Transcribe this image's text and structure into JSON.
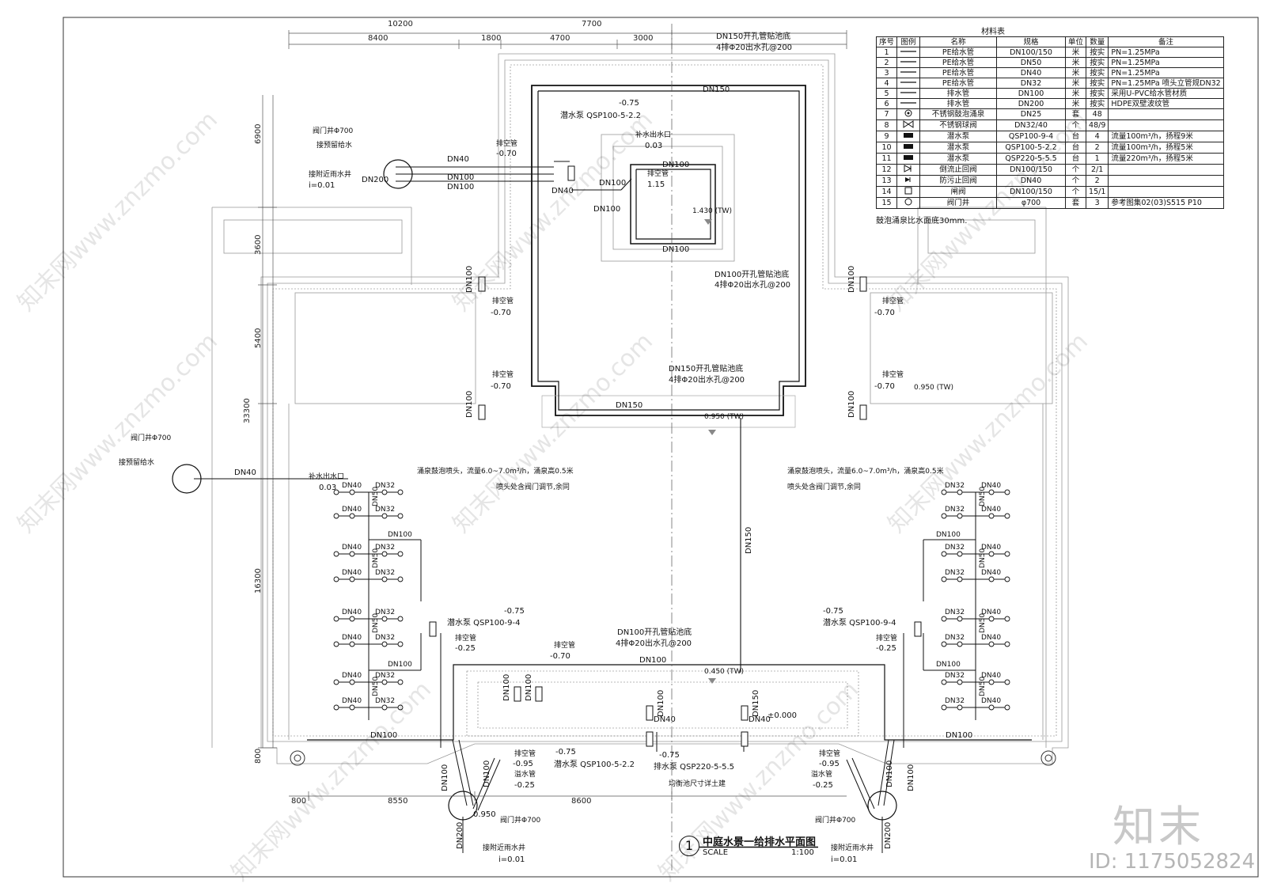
{
  "dimensions": {
    "top": [
      "10200",
      "7700",
      "8400",
      "1800",
      "4700",
      "3000"
    ],
    "left": [
      "6900",
      "3600",
      "5400",
      "33300",
      "16300",
      "800"
    ],
    "bottom": [
      "800",
      "8550",
      "8600"
    ]
  },
  "material_table": {
    "title": "材料表",
    "headers": [
      "序号",
      "图例",
      "名称",
      "规格",
      "单位",
      "数量",
      "备注"
    ],
    "rows": [
      [
        "1",
        "line",
        "PE给水管",
        "DN100/150",
        "米",
        "按实",
        "PN=1.25MPa"
      ],
      [
        "2",
        "line",
        "PE给水管",
        "DN50",
        "米",
        "按实",
        "PN=1.25MPa"
      ],
      [
        "3",
        "line",
        "PE给水管",
        "DN40",
        "米",
        "按实",
        "PN=1.25MPa"
      ],
      [
        "4",
        "line",
        "PE给水管",
        "DN32",
        "米",
        "按实",
        "PN=1.25MPa 喷头立管规DN32"
      ],
      [
        "5",
        "line",
        "排水管",
        "DN100",
        "米",
        "按实",
        "采用U-PVC给水管材质"
      ],
      [
        "6",
        "line",
        "排水管",
        "DN200",
        "米",
        "按实",
        "HDPE双壁波纹管"
      ],
      [
        "7",
        "nozzle",
        "不锈钢鼓泡涌泉",
        "DN25",
        "套",
        "48",
        ""
      ],
      [
        "8",
        "valve",
        "不锈钢球阀",
        "DN32/40",
        "个",
        "48/9",
        ""
      ],
      [
        "9",
        "pump",
        "潜水泵",
        "QSP100-9-4",
        "台",
        "4",
        "流量100m³/h，扬程9米"
      ],
      [
        "10",
        "pump",
        "潜水泵",
        "QSP100-5-2.2",
        "台",
        "2",
        "流量100m³/h，扬程5米"
      ],
      [
        "11",
        "pump",
        "潜水泵",
        "QSP220-5-5.5",
        "台",
        "1",
        "流量220m³/h，扬程5米"
      ],
      [
        "12",
        "check",
        "倒流止回阀",
        "DN100/150",
        "个",
        "2/1",
        ""
      ],
      [
        "13",
        "check2",
        "防污止回阀",
        "DN40",
        "个",
        "2",
        ""
      ],
      [
        "14",
        "gate",
        "闸阀",
        "DN100/150",
        "个",
        "15/1",
        ""
      ],
      [
        "15",
        "well",
        "阀门井",
        "φ700",
        "套",
        "3",
        "参考图集02(03)S515 P10"
      ]
    ],
    "note": "鼓泡涌泉比水面底30mm."
  },
  "labels": {
    "dn150_top_title": "DN150开孔管贴池底",
    "dn150_top_sub": "4排Φ20出水孔@200",
    "dn150_top": "DN150",
    "valve_well_1": "阀门井Φ700",
    "supply_connect_1": "接预留给水",
    "rain_connect_1": "接附近雨水井",
    "slope_1": "i=0.01",
    "dn200_1": "DN200",
    "dn40_a": "DN40",
    "dn100_a": "DN100",
    "dn100_b": "DN100",
    "vent_1": "排空管",
    "vent_1_val": "-0.70",
    "pump_top_level": "-0.75",
    "pump_top": "潜水泵 QSP100-5-2.2",
    "make_up_1": "补水出水口",
    "make_up_1_val": "0.03",
    "dn40_b": "DN40",
    "dn100_c": "DN100",
    "dn100_d": "DN100",
    "drain_1": "排空管",
    "drain_1_val": "1.15",
    "inner_dn100_top": "DN100",
    "inner_dn100_bot": "DN100",
    "tw_1": "1.430 (TW)",
    "dn100_title_2": "DN100开孔管贴池底",
    "dn100_sub_2": "4排Φ20出水孔@200",
    "vent_l1": "排空管",
    "vent_l1_val": "-0.70",
    "vent_r1": "排空管",
    "vent_r1_val": "-0.70",
    "dn100_l1": "DN100",
    "dn100_r1": "DN100",
    "dn150_mid_title": "DN150开孔管贴池底",
    "dn150_mid_sub": "4排Φ20出水孔@200",
    "dn150_mid": "DN150",
    "tw_2": "0.950 (TW)",
    "tw_3": "0.950 (TW)",
    "vent_l2": "排空管",
    "vent_l2_val": "-0.70",
    "vent_r2": "排空管",
    "vent_r2_val": "-0.70",
    "dn100_l2": "DN100",
    "dn100_r2": "DN100",
    "valve_well_2": "阀门井Φ700",
    "supply_connect_2": "接预留给水",
    "dn40_c": "DN40",
    "make_up_2": "补水出水口",
    "make_up_2_val": "0.03",
    "fountain_note_l": "涌泉鼓泡喷头，流量6.0~7.0m³/h，涌泉高0.5米",
    "fountain_sub_l": "喷头处含阀门调节,余同",
    "fountain_note_r": "涌泉鼓泡喷头，流量6.0~7.0m³/h，涌泉高0.5米",
    "fountain_sub_r": "喷头处含阀门调节,余同",
    "dn150_vert": "DN150",
    "pump_l_level": "-0.75",
    "pump_l": "潜水泵 QSP100-9-4",
    "pump_r_level": "-0.75",
    "pump_r": "潜水泵 QSP100-9-4",
    "vent_l3": "排空管",
    "vent_l3_val": "-0.25",
    "vent_r3": "排空管",
    "vent_r3_val": "-0.25",
    "dn100_bot_title": "DN100开孔管贴池底",
    "dn100_bot_sub": "4排Φ20出水孔@200",
    "vent_bc": "排空管",
    "vent_bc_val": "-0.70",
    "dn100_bc": "DN100",
    "tw_4": "0.450 (TW)",
    "dn100_pipe_l": "DN100",
    "dn100_pipe_r": "DN100",
    "dn100_v1": "DN100",
    "dn100_v2": "DN100",
    "dn100_v3": "DN100",
    "dn150_v4": "DN150",
    "dn40_v3": "DN40",
    "dn40_v4": "DN40",
    "zero_level": "±0.000",
    "vent_bl": "排空管",
    "vent_bl_val": "-0.95",
    "overflow_bl": "溢水管",
    "overflow_bl_val": "-0.25",
    "vent_br": "排空管",
    "vent_br_val": "-0.95",
    "overflow_br": "溢水管",
    "overflow_br_val": "-0.25",
    "pump_bc_level1": "-0.75",
    "pump_bc1": "潜水泵 QSP100-5-2.2",
    "pump_bc_level2": "-0.75",
    "pump_bc2": "排水泵 QSP220-5-5.5",
    "balance_note": "均衡池尺寸详土建",
    "dn100_bl_vert": "DN100",
    "dn100_bl_vert2": "DN100",
    "dn100_br_vert": "DN100",
    "dn100_br_vert2": "DN100",
    "valve_well_bl": "阀门井Φ700",
    "valve_well_br": "阀门井Φ700",
    "dn200_bl": "DN200",
    "dn200_br": "DN200",
    "rain_bl": "接附近雨水井",
    "slope_bl": "i=0.01",
    "rain_br": "接附近雨水井",
    "slope_br": "i=0.01",
    "val_950": "0.950"
  },
  "nozzle_labels": {
    "dn40": "DN40",
    "dn32": "DN32",
    "dn50": "DN50",
    "dn100": "DN100"
  },
  "title_block": {
    "number": "1",
    "title": "中庭水景一给排水平面图",
    "scale_label": "SCALE",
    "ratio": "1:100"
  },
  "watermark": {
    "brand": "知末",
    "id": "ID: 1175052824",
    "site": "知末网www.znzmo.com"
  }
}
